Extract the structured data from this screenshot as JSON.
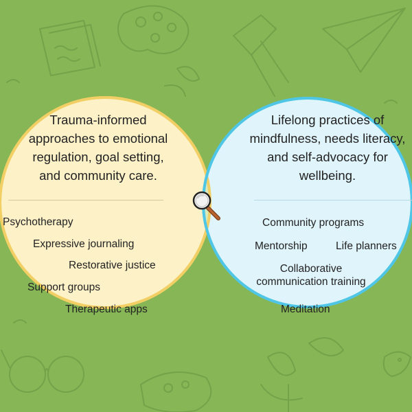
{
  "left": {
    "description": "Trauma-informed approaches to emotional regulation, goal setting, and community care.",
    "items": [
      "Psychotherapy",
      "Expressive journaling",
      "Restorative justice",
      "Support groups",
      "Therapeutic apps"
    ]
  },
  "right": {
    "description": "Lifelong practices of mindfulness, needs literacy, and self-advocacy for wellbeing.",
    "items": [
      "Community programs",
      "Mentorship",
      "Life planners",
      "Collaborative communication training",
      "Meditation"
    ]
  },
  "center": {
    "icon": "magnifier-icon"
  },
  "colors": {
    "background": "#86b655",
    "left_circle": "#fdf1c8",
    "left_outline": "#f2cf65",
    "right_circle": "#e0f4fb",
    "right_outline": "#4fc6e6",
    "overlap": "#d8eaba"
  }
}
